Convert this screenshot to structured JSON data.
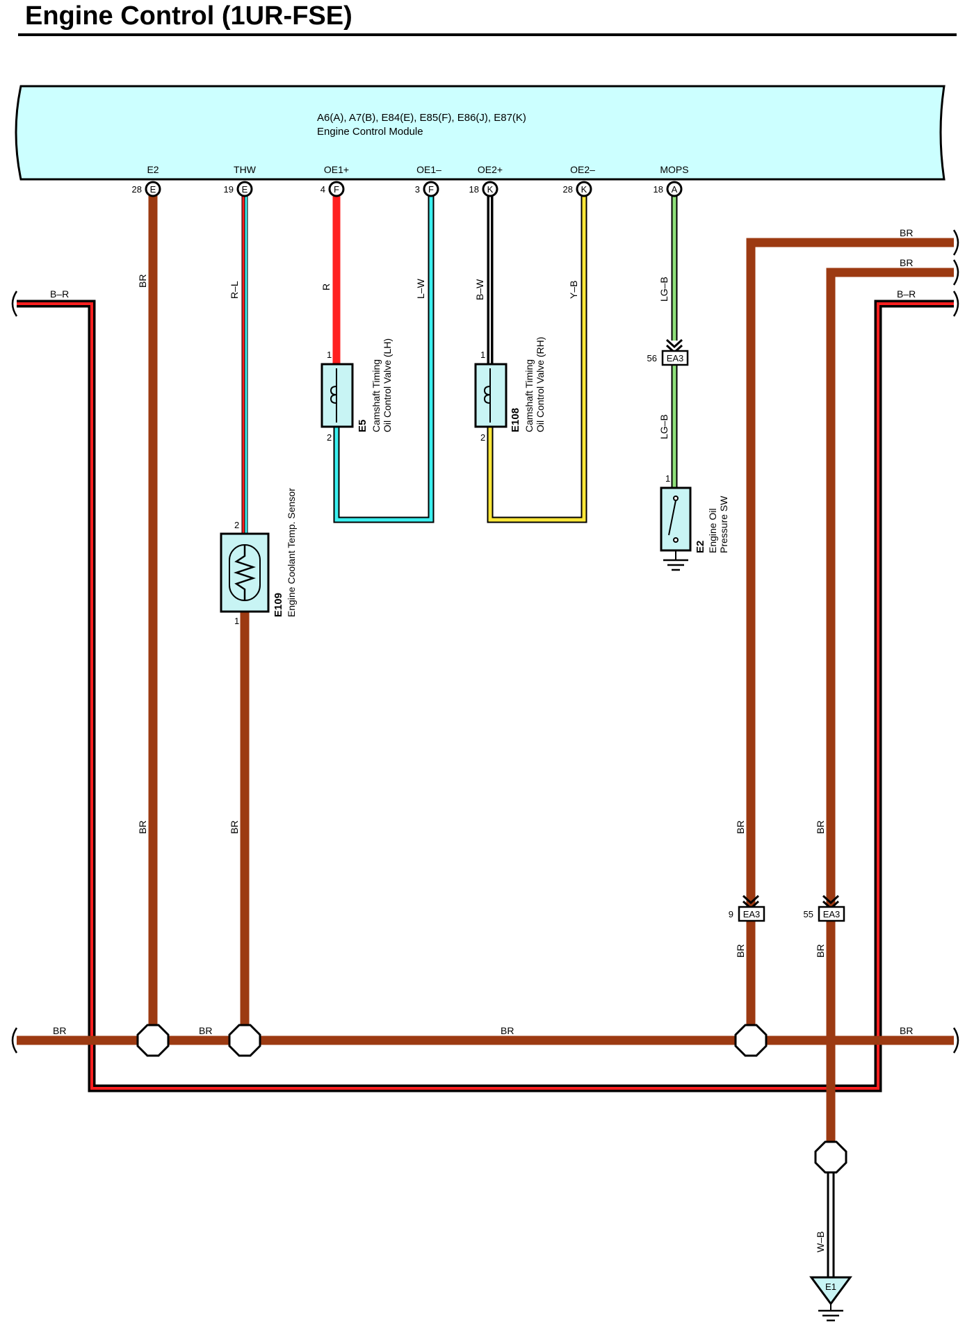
{
  "title": "Engine Control (1UR-FSE)",
  "colors": {
    "BR": "#9c3a12",
    "ecm_fill": "#ccffff",
    "R": "#ff2020",
    "L": "#3cf0f0",
    "B": "#000000",
    "Y": "#ffe83a",
    "LG": "#8ee07a",
    "connector_fill": "#c8f4f4",
    "WB": "#ffffff"
  },
  "ecm": {
    "connectors_line": "A6(A), A7(B), E84(E), E85(F), E86(J), E87(K)",
    "name": "Engine Control Module"
  },
  "pins": [
    {
      "name": "E2",
      "num": "28",
      "conn": "E"
    },
    {
      "name": "THW",
      "num": "19",
      "conn": "E"
    },
    {
      "name": "OE1+",
      "num": "4",
      "conn": "F"
    },
    {
      "name": "OE1–",
      "num": "3",
      "conn": "F"
    },
    {
      "name": "OE2+",
      "num": "18",
      "conn": "K"
    },
    {
      "name": "OE2–",
      "num": "28",
      "conn": "K"
    },
    {
      "name": "MOPS",
      "num": "18",
      "conn": "A"
    }
  ],
  "wire_labels": {
    "e2_top": "BR",
    "e2_bottom": "BR",
    "thw_top": "R–L",
    "thw_bottom": "BR",
    "oe1p": "R",
    "oe1m": "L–W",
    "oe2p": "B–W",
    "oe2m": "Y–B",
    "mops_top": "LG–B",
    "mops_mid": "LG–B",
    "left_br": "B–R",
    "right_br1": "BR",
    "right_br2": "BR",
    "right_br": "B–R",
    "v1_top": "BR",
    "v1_bottom": "BR",
    "v2_top": "BR",
    "v2_bottom": "BR",
    "bus_1": "BR",
    "bus_2": "BR",
    "bus_3": "BR",
    "bus_4": "BR",
    "ground": "W–B"
  },
  "components": {
    "e5": {
      "code": "E5",
      "name_1": "Camshaft Timing",
      "name_2": "Oil Control Valve (LH)",
      "pin_top": "1",
      "pin_bottom": "2"
    },
    "e108": {
      "code": "E108",
      "name_1": "Camshaft Timing",
      "name_2": "Oil Control Valve (RH)",
      "pin_top": "1",
      "pin_bottom": "2"
    },
    "e109": {
      "code": "E109",
      "name": "Engine Coolant Temp.  Sensor",
      "pin_top": "2",
      "pin_bottom": "1"
    },
    "e2_sw": {
      "code": "E2",
      "name_1": "Engine Oil",
      "name_2": "Pressure SW",
      "pin": "1"
    }
  },
  "junctions": [
    {
      "pin": "56",
      "label": "EA3"
    },
    {
      "pin": "9",
      "label": "EA3"
    },
    {
      "pin": "55",
      "label": "EA3"
    }
  ],
  "ground_point": "E1"
}
